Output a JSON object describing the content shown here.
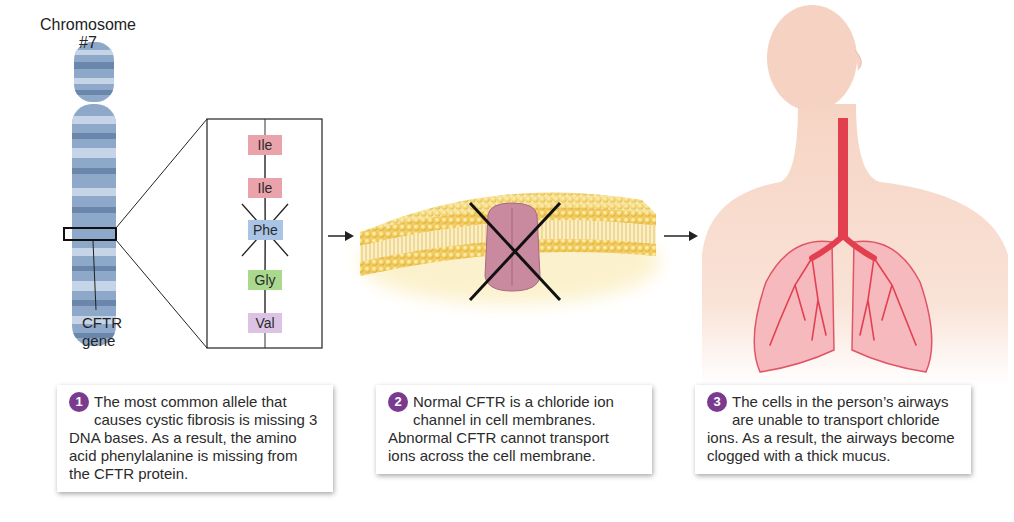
{
  "diagram": {
    "nodes": [
      {
        "text": [
          "Ile"
        ]
      },
      {
        "text": [
          "Ile"
        ]
      },
      {
        "text": [
          "Phe"
        ]
      },
      {
        "text": [
          "Gly"
        ]
      },
      {
        "text": [
          "Val"
        ]
      },
      {
        "text": [
          "The most common allele that causes cystic fibrosis is missing 3 DNA bases. As a result, the amino acid phenylalanine is missing from the CFTR protein."
        ]
      },
      {
        "text": [
          "1"
        ],
        "in": 5
      },
      {
        "text": [
          "Normal CFTR is a chloride ion channel in cell membranes. Abnormal CFTR cannot transport ions across the cell membrane."
        ]
      },
      {
        "text": [
          "2"
        ],
        "in": 7
      },
      {
        "text": [
          "The cells in the person’s airways are unable to transport chloride ions. As a result, the airways become clogged with a thick mucus."
        ]
      },
      {
        "text": [
          "3"
        ],
        "in": 9
      }
    ],
    "edges": [
      {
        "from": 0,
        "to": 1,
        "arrow": "none"
      },
      {
        "from": 1,
        "to": 2,
        "arrow": "none"
      },
      {
        "from": 2,
        "to": 3,
        "arrow": "none"
      },
      {
        "from": 3,
        "to": 4,
        "arrow": "none"
      }
    ],
    "labels": [
      "Chromosome #7",
      "CFTR gene"
    ]
  }
}
